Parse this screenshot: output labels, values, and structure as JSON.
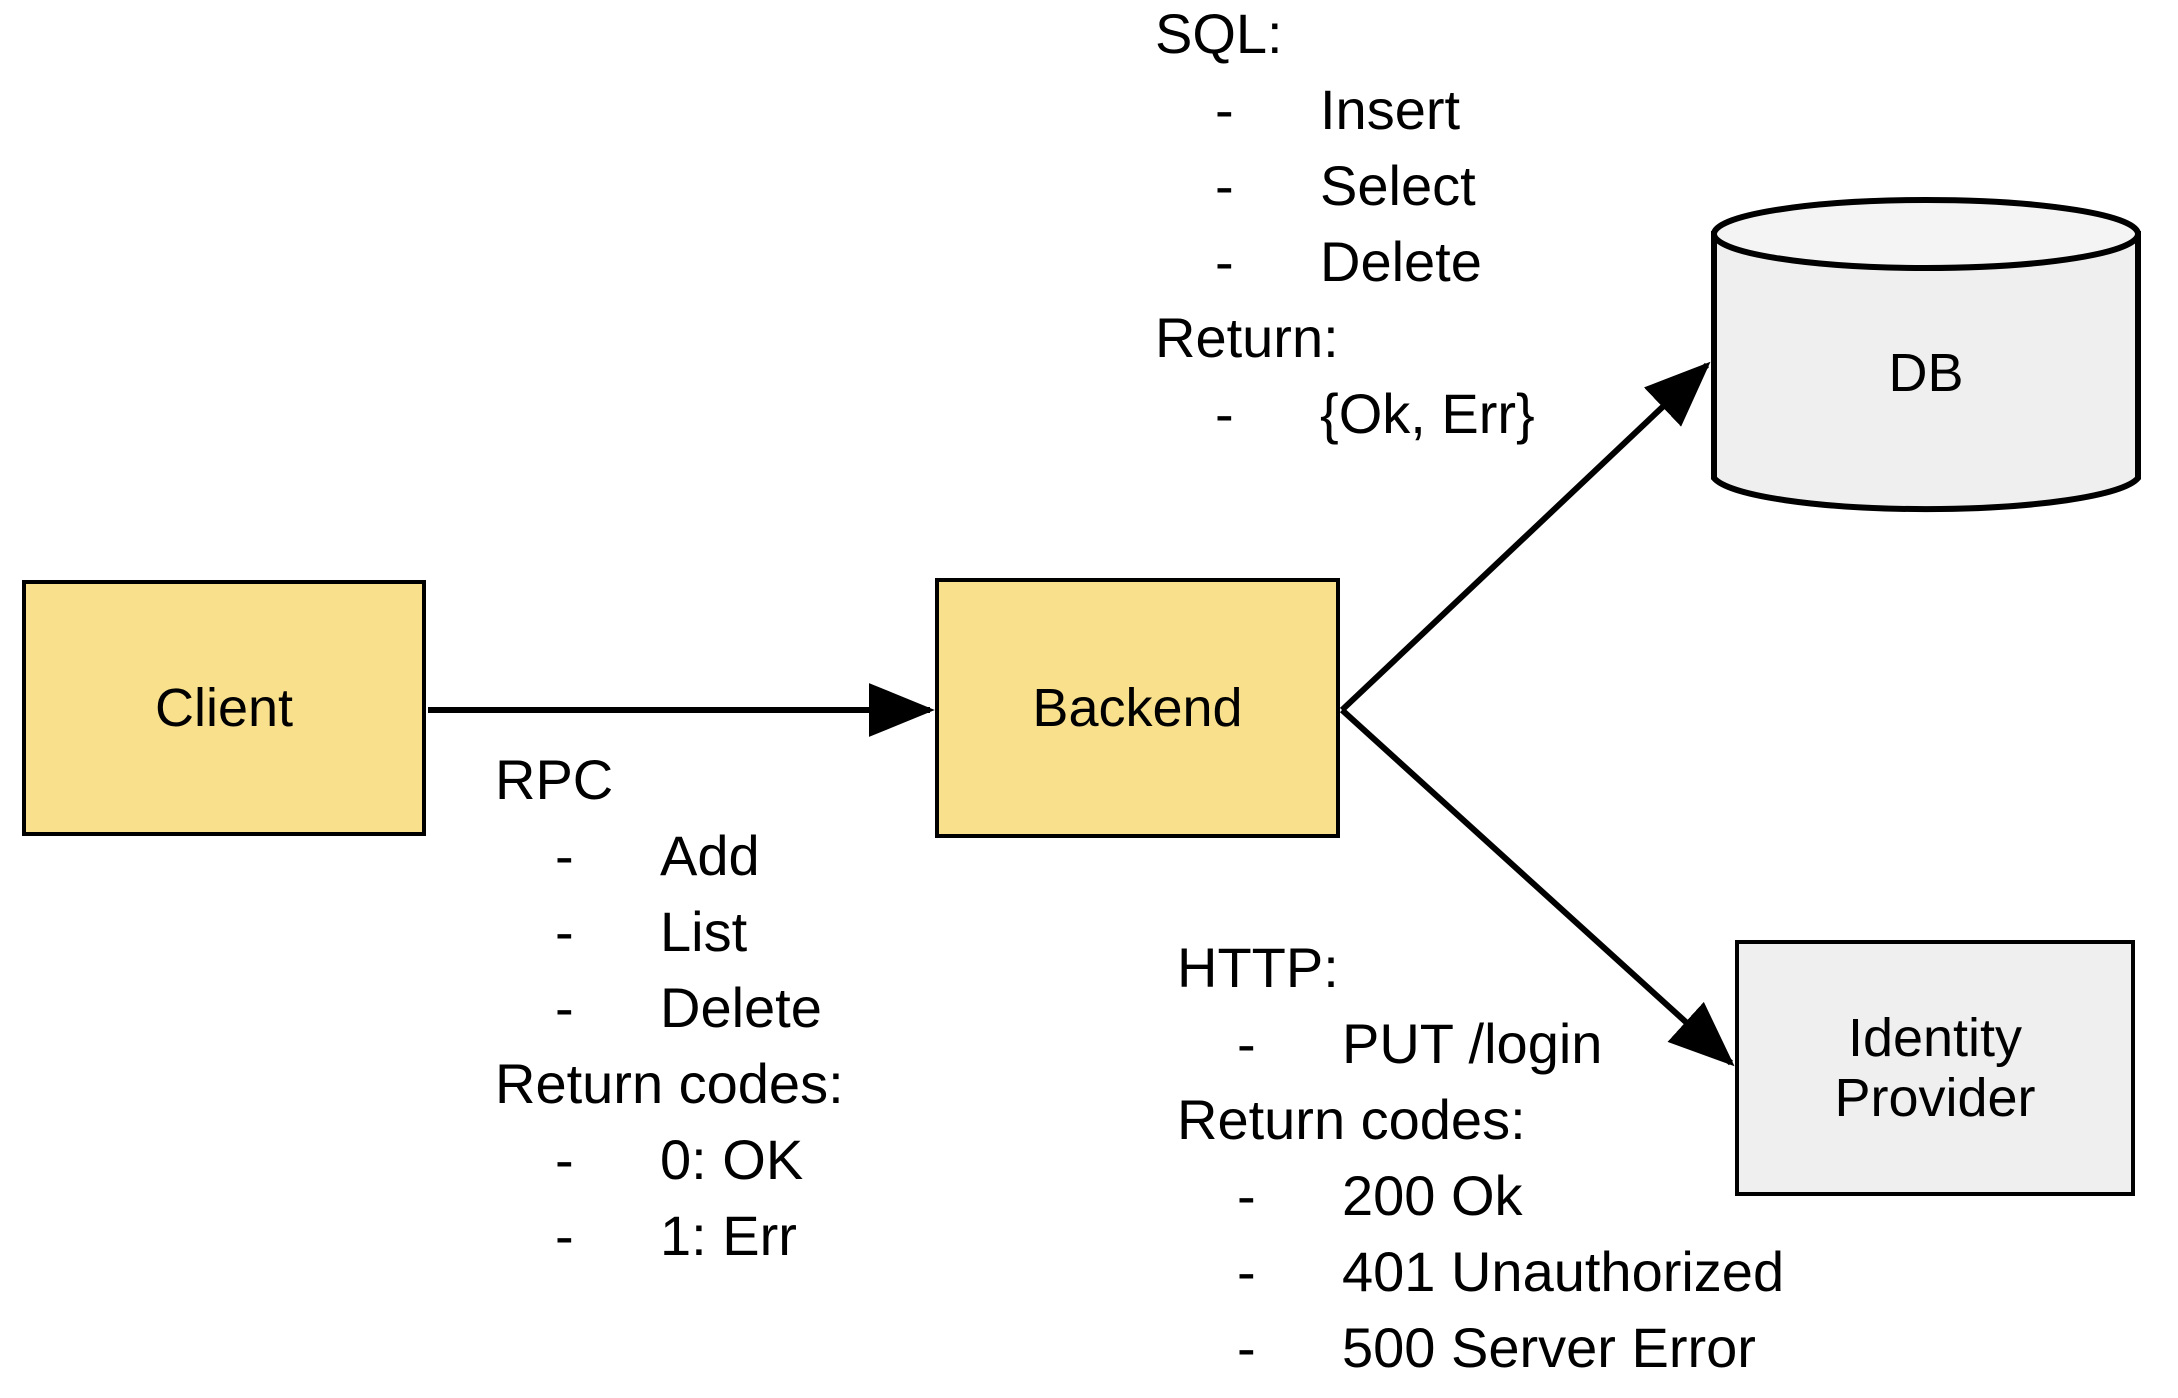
{
  "diagram": {
    "title": "Client / Backend / DB / Identity Provider architecture",
    "colors": {
      "service_fill": "#f9e08c",
      "external_fill": "#efefef",
      "stroke": "#000000",
      "background": "#ffffff"
    }
  },
  "nodes": {
    "client": {
      "label": "Client",
      "shape": "rectangle",
      "fill": "#f9e08c"
    },
    "backend": {
      "label": "Backend",
      "shape": "rectangle",
      "fill": "#f9e08c"
    },
    "db": {
      "label": "DB",
      "shape": "cylinder",
      "fill": "#efefef"
    },
    "identity_provider": {
      "label_line1": "Identity",
      "label_line2": "Provider",
      "shape": "rectangle",
      "fill": "#efefef"
    }
  },
  "edges": [
    {
      "name": "client-to-backend",
      "from": "client",
      "to": "backend",
      "protocol": "RPC",
      "direction": "right"
    },
    {
      "name": "backend-to-db",
      "from": "backend",
      "to": "db",
      "protocol": "SQL",
      "direction": "up-right"
    },
    {
      "name": "backend-to-identity-provider",
      "from": "backend",
      "to": "identity_provider",
      "protocol": "HTTP",
      "direction": "down-right"
    }
  ],
  "annotations": {
    "sql": {
      "heading": "SQL:",
      "operations": [
        "Insert",
        "Select",
        "Delete"
      ],
      "return_heading": "Return:",
      "returns": [
        "{Ok, Err}"
      ],
      "bullet": "-"
    },
    "rpc": {
      "heading": "RPC",
      "operations": [
        "Add",
        "List",
        "Delete"
      ],
      "return_heading": "Return codes:",
      "returns": [
        "0: OK",
        "1: Err"
      ],
      "bullet": "-"
    },
    "http": {
      "heading": "HTTP:",
      "operations": [
        "PUT /login"
      ],
      "return_heading": "Return codes:",
      "returns": [
        "200 Ok",
        "401 Unauthorized",
        "500 Server Error"
      ],
      "bullet": "-"
    }
  }
}
